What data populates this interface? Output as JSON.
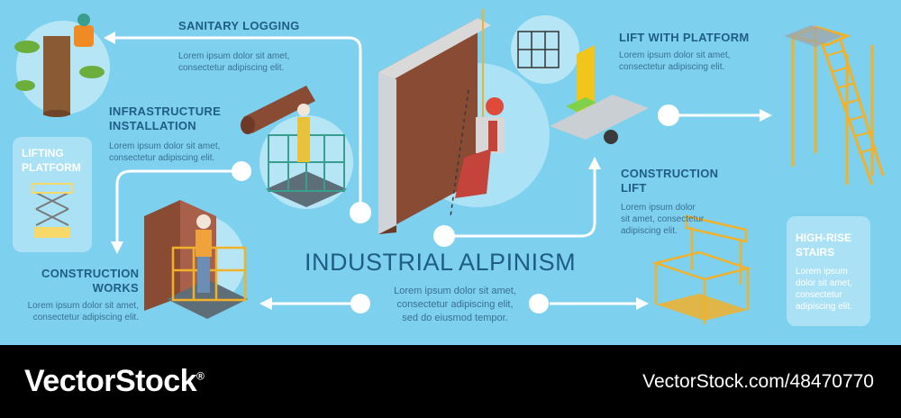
{
  "main_title": "INDUSTRIAL ALPINISM",
  "center_text": [
    "Lorem ipsum dolor sit amet,",
    "consectetur adipiscing elit,",
    "sed do eiusmod tempor."
  ],
  "sections": {
    "sanitary_logging": {
      "title": "SANITARY LOGGING",
      "text": [
        "Lorem ipsum dolor sit amet,",
        "consectetur adipiscing elit."
      ]
    },
    "infrastructure": {
      "title": [
        "INFRASTRUCTURE",
        "INSTALLATION"
      ],
      "text": [
        "Lorem ipsum dolor sit amet,",
        "consectetur adipiscing elit."
      ]
    },
    "lifting_platform": {
      "title": [
        "LIFTING",
        "PLATFORM"
      ]
    },
    "construction_works": {
      "title": [
        "CONSTRUCTION",
        "WORKS"
      ],
      "text": [
        "Lorem ipsum dolor sit amet,",
        "consectetur adipiscing elit."
      ]
    },
    "lift_with_platform": {
      "title": "LIFT WITH PLATFORM",
      "text": [
        "Lorem ipsum dolor sit amet,",
        "consectetur adipiscing elit."
      ]
    },
    "construction_lift": {
      "title": [
        "CONSTRUCTION",
        "LIFT"
      ],
      "text": [
        "Lorem ipsum dolor",
        "sit amet, consectetur",
        "adipiscing elit."
      ]
    },
    "high_rise_stairs": {
      "title": [
        "HIGH-RISE",
        "STAIRS"
      ],
      "text": [
        "Lorem ipsum",
        "dolor sit amet,",
        "consectetur",
        "adipiscing elit."
      ]
    }
  },
  "footer": {
    "brand": "VectorStock",
    "registered": "®",
    "credit": "VectorStock.com/48470770"
  },
  "colors": {
    "background": "#7ed1ee",
    "title_text": "#1f5c86",
    "connector": "#ffffff",
    "scaffold": "#f2b12a",
    "wall": "#8a4b35"
  }
}
